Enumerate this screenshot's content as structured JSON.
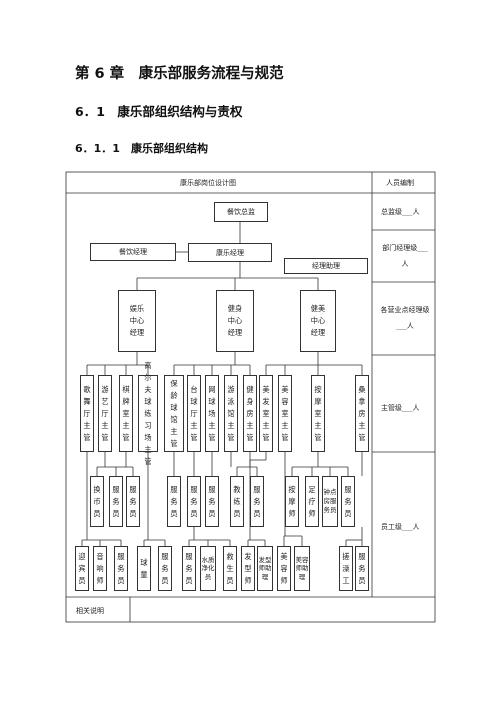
{
  "headings": {
    "chapter": "第 6 章　康乐部服务流程与规范",
    "section": "6．1　康乐部组织结构与责权",
    "subsection": "6．1．1　康乐部组织结构"
  },
  "table": {
    "header_left": "康乐部岗位设计图",
    "header_right": "人员编制",
    "footer_label": "相关说明"
  },
  "levels": [
    "总监级___人",
    "部门经理级___人",
    "各营业点经理级___人",
    "主管级___人",
    "员工级___人"
  ],
  "org": {
    "director": "餐饮总监",
    "fb_manager": "餐饮经理",
    "rec_manager": "康乐经理",
    "assistant": "经理助理",
    "centers": [
      "娱乐中心经理",
      "健身中心经理",
      "健美中心经理"
    ],
    "supervisors": [
      "歌舞厅主管",
      "游艺厅主管",
      "棋牌室主管",
      "高尔夫球练习场主管",
      "保龄球馆主管",
      "台球厅主管",
      "网球场主管",
      "游泳馆主管",
      "健身房主管",
      "美发室主管",
      "美容室主管",
      "按摩室主管",
      "桑拿房主管"
    ],
    "staff_row1": [
      "换币员",
      "服务员",
      "服务员",
      "服务员",
      "服务员",
      "服务员",
      "教练员",
      "服务员",
      "按摩师",
      "足疗师",
      "钟点房服务员",
      "服务员"
    ],
    "staff_row2": [
      "迎宾员",
      "音响师",
      "服务员",
      "球童",
      "服务员",
      "服务员",
      "水质净化员",
      "救生员",
      "发型师",
      "发型师助理",
      "美容师",
      "美容师助理",
      "搓澡工",
      "服务员"
    ]
  }
}
